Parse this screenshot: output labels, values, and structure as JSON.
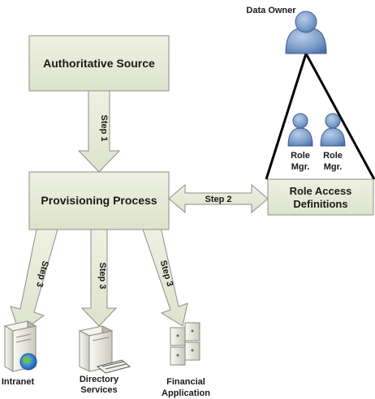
{
  "boxes": {
    "authoritative_source": "Authoritative Source",
    "provisioning_process": "Provisioning Process",
    "role_access_line1": "Role Access",
    "role_access_line2": "Definitions"
  },
  "people": {
    "data_owner": "Data Owner",
    "role_mgr_1_line1": "Role",
    "role_mgr_1_line2": "Mgr.",
    "role_mgr_2_line1": "Role",
    "role_mgr_2_line2": "Mgr."
  },
  "steps": {
    "step1": "Step 1",
    "step2": "Step 2",
    "step3_intranet": "Step 3",
    "step3_directory": "Step 3",
    "step3_financial": "Step 3"
  },
  "systems": {
    "intranet": "Intranet",
    "directory_line1": "Directory",
    "directory_line2": "Services",
    "financial_line1": "Financial",
    "financial_line2": "Application"
  },
  "colors": {
    "box_fill": "#e7ebd9",
    "box_stroke": "#8c8c8c",
    "person_fill": "#7b9cc9",
    "person_dark": "#3f5f8f",
    "server_fill": "#e6e6dc"
  }
}
